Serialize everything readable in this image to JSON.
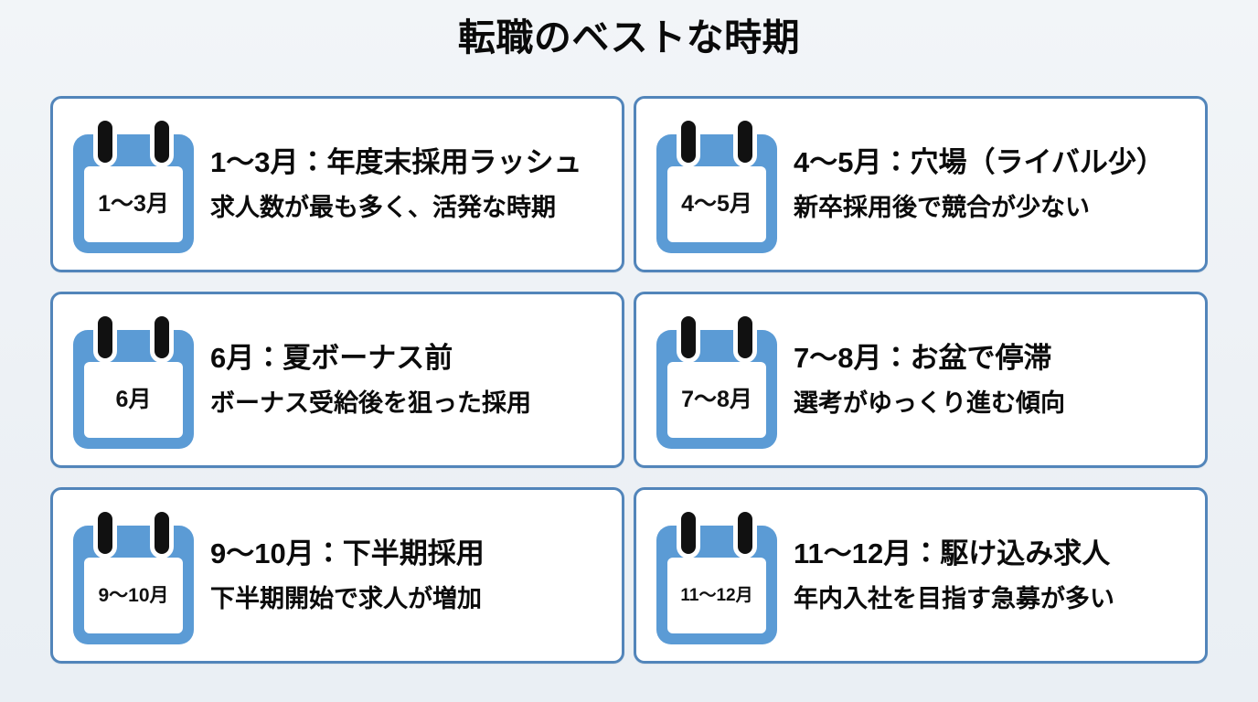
{
  "header": {
    "title": "転職のベストな時期"
  },
  "colors": {
    "background": "#eff3f7",
    "card_background": "#ffffff",
    "card_border": "#5285ba",
    "icon_blue": "#5b9bd5",
    "icon_page": "#ffffff",
    "ring_black": "#111111",
    "text": "#0b0b0b"
  },
  "cards": [
    {
      "icon_name": "calendar-icon",
      "badge": "1〜3月",
      "heading": "1〜3月：年度末採用ラッシュ",
      "description": "求人数が最も多く、活発な時期"
    },
    {
      "icon_name": "calendar-icon",
      "badge": "4〜5月",
      "heading": "4〜5月：穴場（ライバル少）",
      "description": "新卒採用後で競合が少ない"
    },
    {
      "icon_name": "calendar-icon",
      "badge": "6月",
      "heading": "6月：夏ボーナス前",
      "description": "ボーナス受給後を狙った採用"
    },
    {
      "icon_name": "calendar-icon",
      "badge": "7〜8月",
      "heading": "7〜8月：お盆で停滞",
      "description": "選考がゆっくり進む傾向"
    },
    {
      "icon_name": "calendar-icon",
      "badge": "9〜10月",
      "heading": "9〜10月：下半期採用",
      "description": "下半期開始で求人が増加"
    },
    {
      "icon_name": "calendar-icon",
      "badge": "11〜12月",
      "heading": "11〜12月：駆け込み求人",
      "description": "年内入社を目指す急募が多い"
    }
  ]
}
